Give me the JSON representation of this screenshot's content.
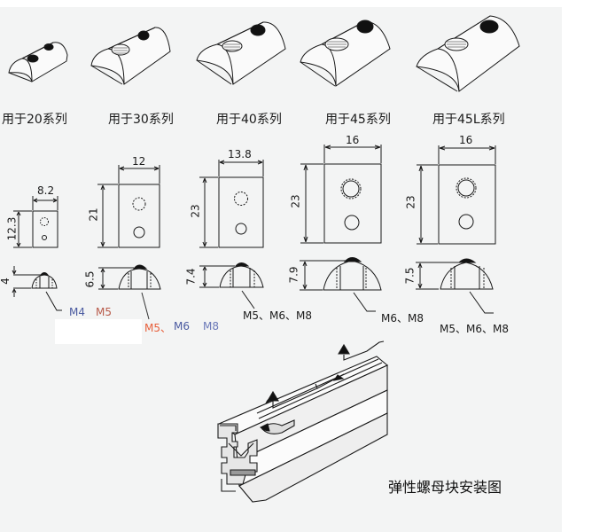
{
  "series_labels": [
    "用于20系列",
    "用于30系列",
    "用于40系列",
    "用于45系列",
    "用于45L系列"
  ],
  "dimensions": {
    "s20": {
      "width": "8.2",
      "height": "12.3",
      "thickness": "4",
      "threads": "M4 M5"
    },
    "s30": {
      "width": "12",
      "height": "21",
      "thickness": "6.5",
      "threads": "M5、M6 M8"
    },
    "s40": {
      "width": "13.8",
      "height": "23",
      "thickness": "7.4",
      "threads": "M5、M6、M8"
    },
    "s45": {
      "width": "16",
      "height": "23",
      "thickness": "7.9",
      "threads": "M6、M8"
    },
    "s45L": {
      "width": "16",
      "height": "23",
      "thickness": "7.5",
      "threads": "M5、M6、M8"
    }
  },
  "overlay_text": {
    "s20_m4": "M4",
    "s20_m5": "M5",
    "s30_m5": "M5、",
    "s30_m6": "M6",
    "s30_m8": "M8"
  },
  "colors": {
    "background": "#f3f4f4",
    "line": "#1a1a1a",
    "accent_red": "#e8603c",
    "accent_blue": "#4a5aa0"
  },
  "caption": "弹性螺母块安装图"
}
